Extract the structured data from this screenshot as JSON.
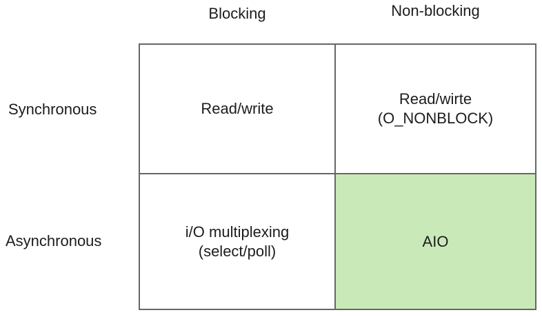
{
  "diagram": {
    "column_headers": [
      "Blocking",
      "Non-blocking"
    ],
    "row_headers": [
      "Synchronous",
      "Asynchronous"
    ],
    "cells": [
      {
        "row": "Synchronous",
        "column": "Blocking",
        "lines": [
          "Read/write"
        ],
        "highlighted": false
      },
      {
        "row": "Synchronous",
        "column": "Non-blocking",
        "lines": [
          "Read/wirte",
          "(O_NONBLOCK)"
        ],
        "highlighted": false
      },
      {
        "row": "Asynchronous",
        "column": "Blocking",
        "lines": [
          "i/O multiplexing",
          "(select/poll)"
        ],
        "highlighted": false
      },
      {
        "row": "Asynchronous",
        "column": "Non-blocking",
        "lines": [
          "AIO"
        ],
        "highlighted": true
      }
    ],
    "colors": {
      "highlight": "#c9eab8",
      "border": "#666666",
      "background": "#ffffff",
      "text": "#1c1c1c"
    }
  }
}
